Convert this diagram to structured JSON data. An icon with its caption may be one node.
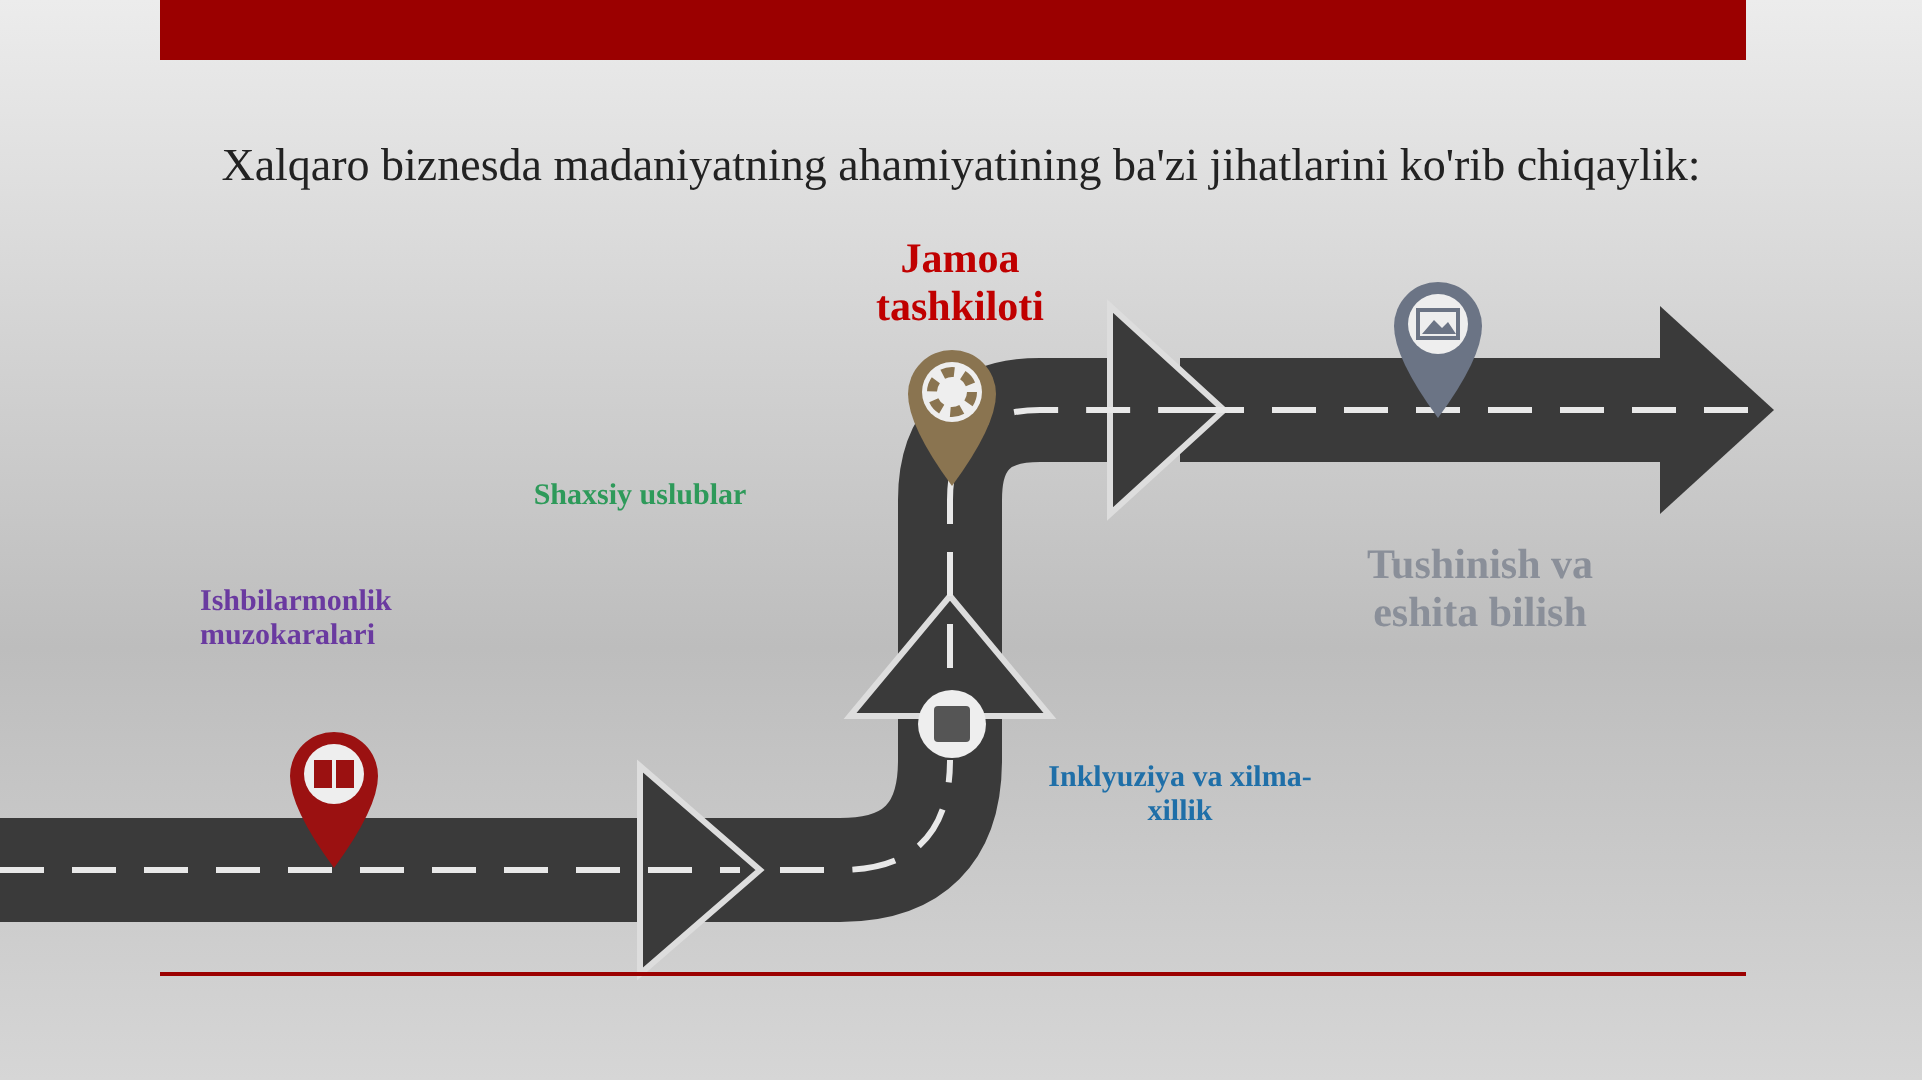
{
  "diagram": {
    "title": "Xalqaro biznesda madaniyatning ahamiyatining ba'zi jihatlarini ko'rib chiqaylik:",
    "labels": [
      "Jamoa tashkiloti",
      "Shaxsiy uslublar",
      "Tushinish va eshita bilish",
      "Ishbilarmonlik muzokaralari",
      "Inklyuziya va xilma-xillik"
    ]
  }
}
